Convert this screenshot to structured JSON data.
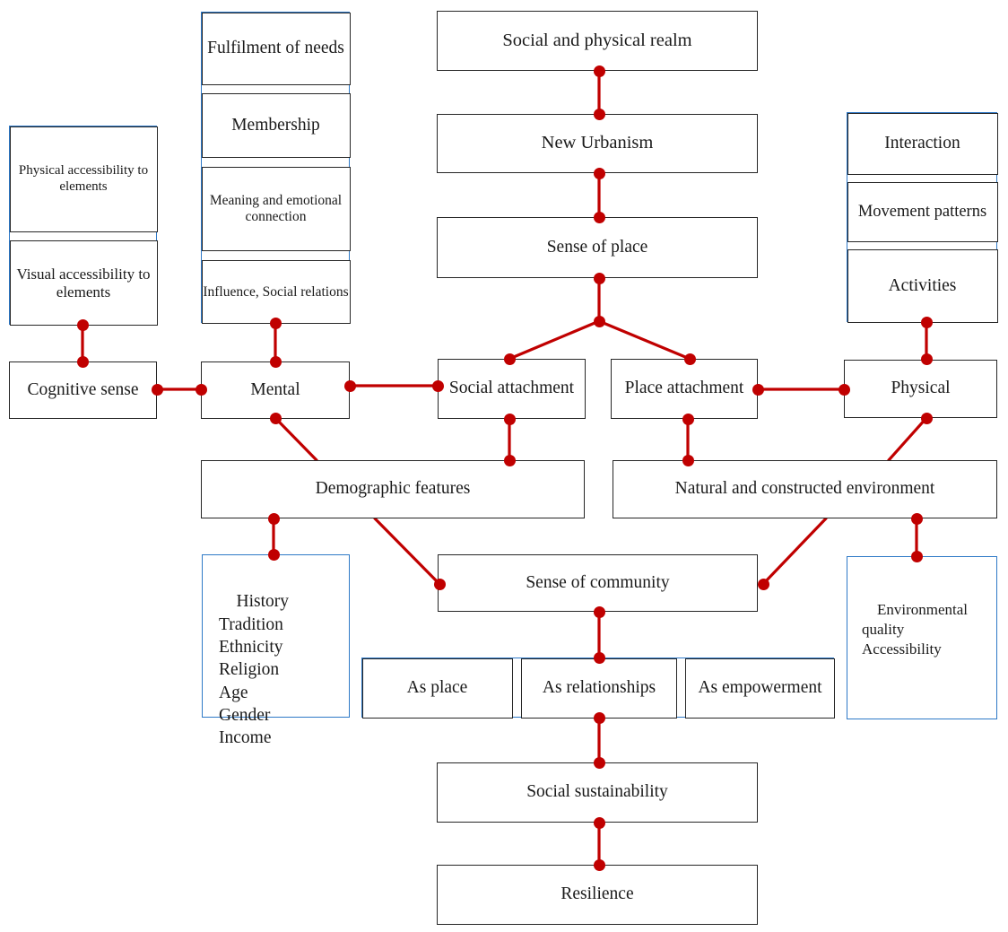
{
  "diagram": {
    "title": "Conceptual framework linking sense of place, sense of community and social sustainability",
    "accent_red": "#C00000",
    "frame_black": "#262626",
    "frame_blue": "#2E79C7"
  },
  "boxes": {
    "social_physical_realm": "Social and physical realm",
    "new_urbanism": "New Urbanism",
    "sense_of_place": "Sense of place",
    "cognitive_sense": "Cognitive sense",
    "mental": "Mental",
    "social_attachment": "Social attachment",
    "place_attachment": "Place attachment",
    "physical": "Physical",
    "demographic_features": "Demographic features",
    "natural_constructed_environment": "Natural and constructed environment",
    "sense_of_community": "Sense of community",
    "social_sustainability": "Social sustainability",
    "resilience": "Resilience"
  },
  "groups": {
    "cognitive_group": {
      "cells": [
        "Physical accessibility to elements",
        "Visual accessibility to elements"
      ]
    },
    "mental_group": {
      "cells": [
        "Fulfilment of needs",
        "Membership",
        "Meaning and emotional connection",
        "Influence, Social relations"
      ]
    },
    "physical_group": {
      "cells": [
        "Interaction",
        "Movement patterns",
        "Activities"
      ]
    },
    "demographic_group": {
      "items": [
        "History",
        "Tradition",
        "Ethnicity",
        "Religion",
        "Age",
        "Gender",
        "Income"
      ],
      "text": "History\nTradition\nEthnicity\nReligion\nAge\nGender\nIncome"
    },
    "environment_group": {
      "items": [
        "Environmental quality",
        "Accessibility"
      ],
      "text": "Environmental\nquality\nAccessibility"
    },
    "community_group": {
      "cells": [
        "As place",
        "As relationships",
        "As empowerment"
      ]
    }
  },
  "connections": [
    {
      "from": "social_physical_realm",
      "to": "new_urbanism"
    },
    {
      "from": "new_urbanism",
      "to": "sense_of_place"
    },
    {
      "from": "sense_of_place",
      "to": "junction"
    },
    {
      "from": "junction",
      "to": "social_attachment"
    },
    {
      "from": "junction",
      "to": "place_attachment"
    },
    {
      "from": "cognitive_group",
      "to": "cognitive_sense"
    },
    {
      "from": "cognitive_sense",
      "to": "mental"
    },
    {
      "from": "mental_group",
      "to": "mental"
    },
    {
      "from": "mental",
      "to": "social_attachment"
    },
    {
      "from": "physical_group",
      "to": "physical"
    },
    {
      "from": "place_attachment",
      "to": "physical"
    },
    {
      "from": "mental",
      "to": "demographic_features"
    },
    {
      "from": "social_attachment",
      "to": "demographic_features"
    },
    {
      "from": "place_attachment",
      "to": "natural_constructed_environment"
    },
    {
      "from": "physical",
      "to": "natural_constructed_environment"
    },
    {
      "from": "demographic_features",
      "to": "demographic_group"
    },
    {
      "from": "demographic_features",
      "to": "sense_of_community"
    },
    {
      "from": "natural_constructed_environment",
      "to": "sense_of_community"
    },
    {
      "from": "natural_constructed_environment",
      "to": "environment_group"
    },
    {
      "from": "sense_of_community",
      "to": "community_group"
    },
    {
      "from": "community_group",
      "to": "social_sustainability"
    },
    {
      "from": "social_sustainability",
      "to": "resilience"
    }
  ]
}
